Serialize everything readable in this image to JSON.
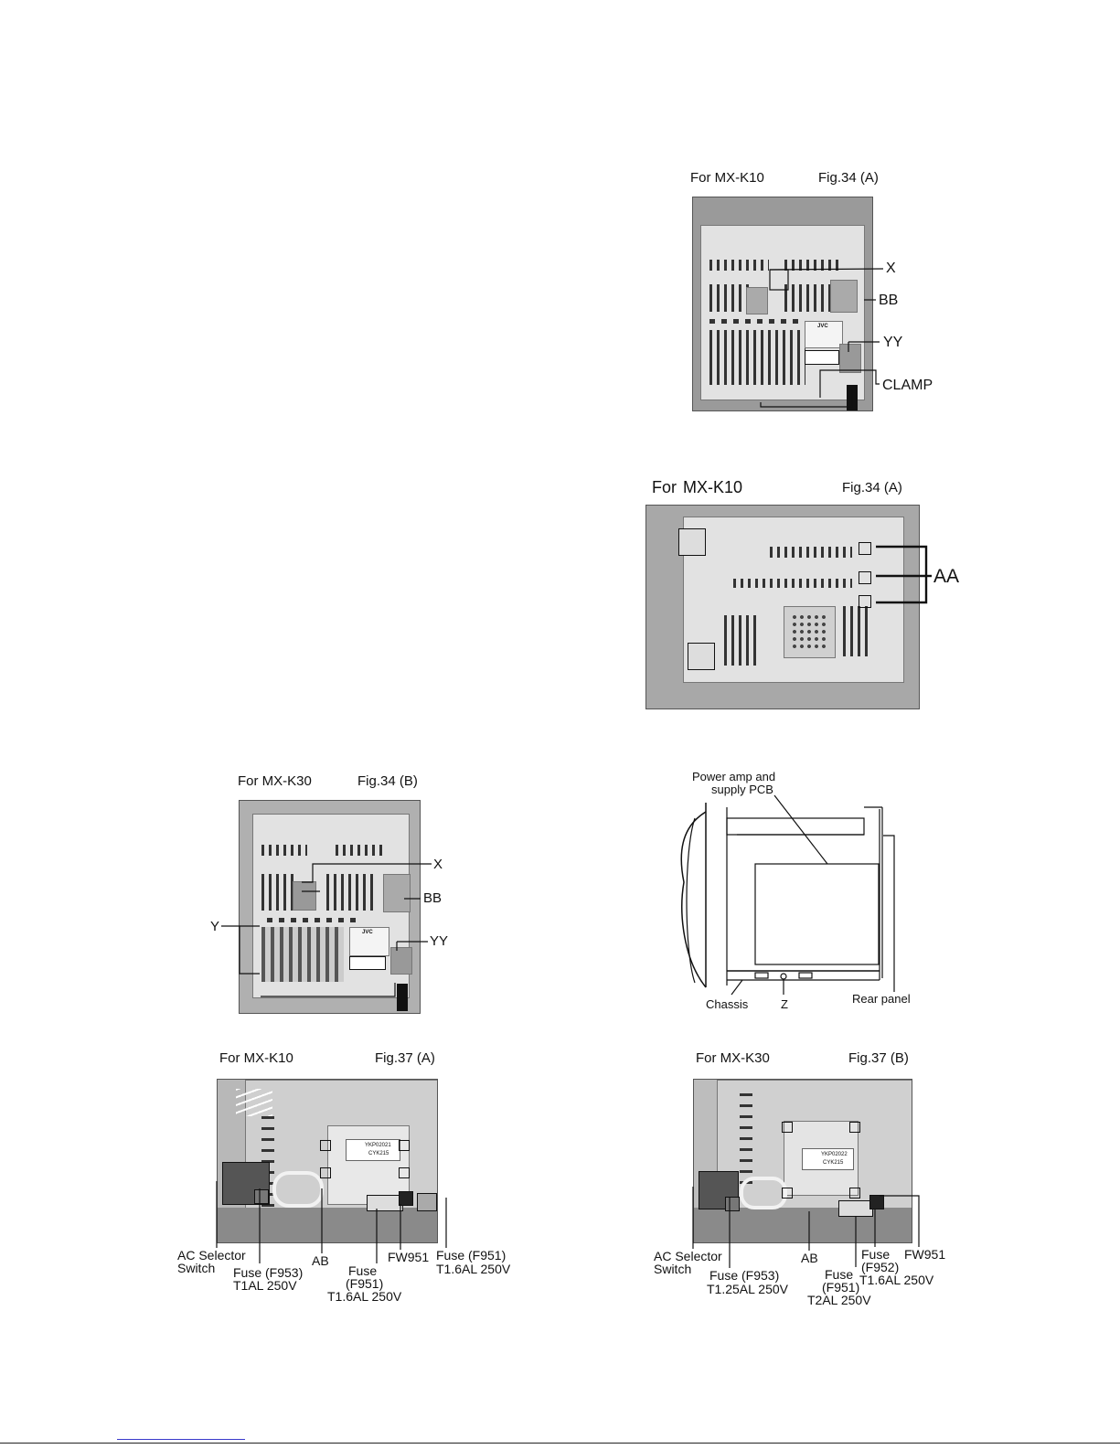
{
  "fig34a_top": {
    "model": "For MX-K10",
    "fig": "Fig.34 (A)",
    "labels": [
      "X",
      "BB",
      "YY",
      "CLAMP"
    ],
    "logo": "JVC"
  },
  "fig34a_side": {
    "model_prefix": "For",
    "model": "MX-K10",
    "fig": "Fig.34 (A)",
    "label": "AA"
  },
  "fig34b": {
    "model": "For MX-K30",
    "fig": "Fig.34 (B)",
    "labels": [
      "X",
      "BB",
      "Y",
      "YY"
    ],
    "logo": "JVC"
  },
  "diagram": {
    "title_line1": "Power amp and",
    "title_line2": "supply PCB",
    "chassis": "Chassis",
    "z": "Z",
    "rear_panel": "Rear panel"
  },
  "fig37a": {
    "model": "For MX-K10",
    "fig": "Fig.37 (A)",
    "ac1": "AC Selector",
    "ac2": "Switch",
    "fuse953_1": "Fuse (F953)",
    "fuse953_2": "T1AL 250V",
    "ab": "AB",
    "fuse951_1": "Fuse",
    "fuse951_2": "(F951)",
    "fuse951_3": "T1.6AL 250V",
    "fw": "FW951",
    "fuse951b_1": "Fuse (F951)",
    "fuse951b_2": "T1.6AL 250V",
    "tag1": "YKP02021",
    "tag2": "CYK215"
  },
  "fig37b": {
    "model": "For MX-K30",
    "fig": "Fig.37 (B)",
    "ac1": "AC Selector",
    "ac2": "Switch",
    "fuse953_1": "Fuse (F953)",
    "fuse953_2": "T1.25AL 250V",
    "ab": "AB",
    "fuse951_1": "Fuse",
    "fuse951_2": "(F951)",
    "fuse951_3": "T2AL 250V",
    "fuse952_1": "Fuse",
    "fuse952_2": "(F952)",
    "fuse952_3": "T1.6AL 250V",
    "fw": "FW951",
    "tag1": "YKP02022",
    "tag2": "CYK215"
  }
}
